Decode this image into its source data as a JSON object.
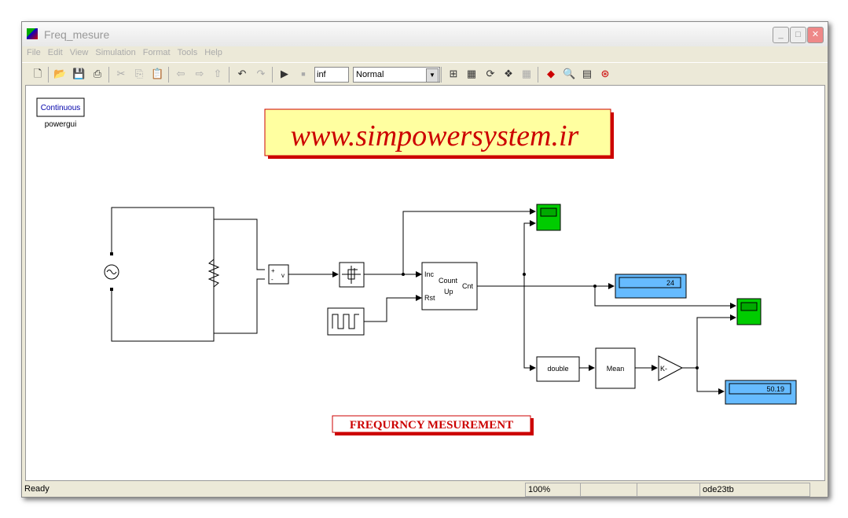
{
  "window": {
    "title": "Freq_mesure"
  },
  "menu": [
    "File",
    "Edit",
    "View",
    "Simulation",
    "Format",
    "Tools",
    "Help"
  ],
  "toolbar": {
    "stop_time": "inf",
    "sim_mode": "Normal"
  },
  "diagram": {
    "powergui": {
      "label": "Continuous",
      "name": "powergui"
    },
    "banner": "www.simpowersystem.ir",
    "caption": "FREQURNCY MESUREMENT",
    "vm": {
      "plus": "+",
      "minus": "-",
      "v": "v"
    },
    "counter": {
      "inc": "Inc",
      "rst": "Rst",
      "count": "Count",
      "up": "Up",
      "cnt": "Cnt"
    },
    "double": "double",
    "mean": "Mean",
    "gain": "K-",
    "display1": "24",
    "display2": "50.19"
  },
  "status": {
    "text": "Ready",
    "zoom": "100%",
    "solver": "ode23tb"
  }
}
